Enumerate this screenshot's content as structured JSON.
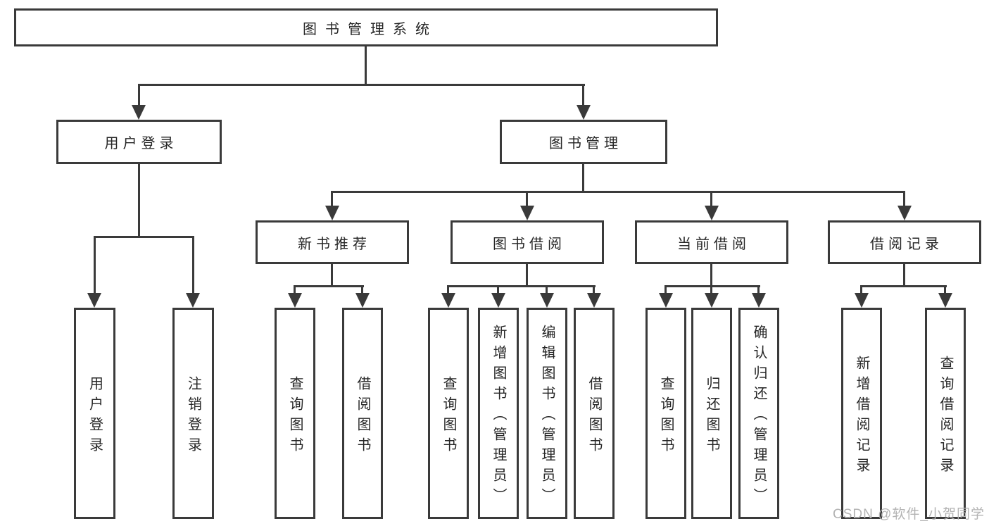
{
  "diagram_title": "图书管理系统",
  "watermark": "CSDN @软件_小贺同学",
  "colors": {
    "line": "#3a3a3a",
    "box_background": "#ffffff",
    "text": "#262626",
    "watermark": "#b3b3b3",
    "page_background": "#ffffff"
  },
  "nodes": {
    "root": {
      "label": "图书管理系统"
    },
    "login": {
      "label": "用户登录"
    },
    "mgmt": {
      "label": "图书管理"
    },
    "newbook": {
      "label": "新书推荐"
    },
    "borrow": {
      "label": "图书借阅"
    },
    "current": {
      "label": "当前借阅"
    },
    "records": {
      "label": "借阅记录"
    },
    "user_login": {
      "label": "用户登录"
    },
    "logout": {
      "label": "注销登录"
    },
    "nb_query": {
      "label": "查询图书"
    },
    "nb_borrow": {
      "label": "借阅图书"
    },
    "bb_query": {
      "label": "查询图书"
    },
    "bb_add": {
      "label": "新增图书（管理员）"
    },
    "bb_edit": {
      "label": "编辑图书（管理员）"
    },
    "bb_borrow": {
      "label": "借阅图书"
    },
    "cb_query": {
      "label": "查询图书"
    },
    "cb_return": {
      "label": "归还图书"
    },
    "cb_confirm": {
      "label": "确认归还（管理员）"
    },
    "br_add": {
      "label": "新增借阅记录"
    },
    "br_query": {
      "label": "查询借阅记录"
    }
  },
  "hierarchy": {
    "图书管理系统": {
      "用户登录": [
        "用户登录",
        "注销登录"
      ],
      "图书管理": {
        "新书推荐": [
          "查询图书",
          "借阅图书"
        ],
        "图书借阅": [
          "查询图书",
          "新增图书（管理员）",
          "编辑图书（管理员）",
          "借阅图书"
        ],
        "当前借阅": [
          "查询图书",
          "归还图书",
          "确认归还（管理员）"
        ],
        "借阅记录": [
          "新增借阅记录",
          "查询借阅记录"
        ]
      }
    }
  }
}
